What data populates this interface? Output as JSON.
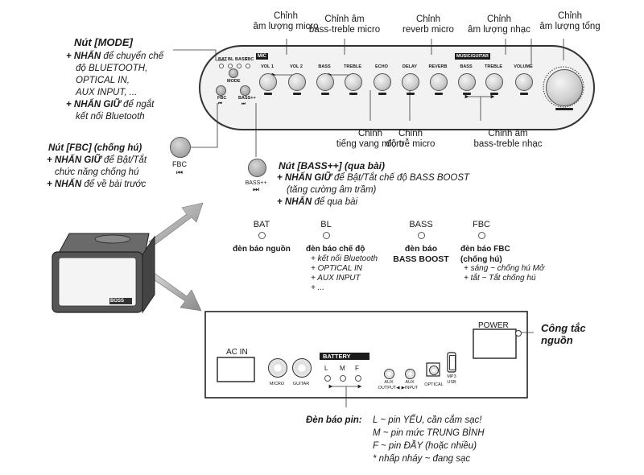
{
  "top_labels": {
    "vol_mic": "Chỉnh\nâm lượng micro",
    "bass_treble_mic": "Chỉnh âm\nbass-treble micro",
    "reverb_mic": "Chỉnh\nreverb micro",
    "vol_music": "Chỉnh\nâm lượng nhạc",
    "vol_master": "Chỉnh\nâm lượng tổng"
  },
  "mode": {
    "title": "Nút [MODE]",
    "line1_bold": "+ NHẤN",
    "line1_rest": " để chuyển chế",
    "line2": "độ BLUETOOTH,",
    "line3": "OPTICAL IN,",
    "line4": "AUX INPUT, ...",
    "line5_bold": "+ NHẤN GIỮ",
    "line5_rest": " để ngắt",
    "line6": "kết nối Bluetooth"
  },
  "fbc": {
    "title": "Nút [FBC] (chống hú)",
    "line1_bold": "+ NHẤN GIỮ",
    "line1_rest": " để Bật/Tắt",
    "line2": "chức năng chống hú",
    "line3_bold": "+ NHẤN",
    "line3_rest": " để về bài trước",
    "button_label": "FBC",
    "button_icon": "⏮"
  },
  "bass_btn": {
    "title": "Nút [BASS++] (qua bài)",
    "line1_bold": "+ NHẤN GIỮ",
    "line1_rest": " để Bật/Tắt chế độ BASS BOOST",
    "line2": "(tăng cường âm trầm)",
    "line3_bold": "+ NHẤN",
    "line3_rest": " để qua bài",
    "button_label": "BASS++",
    "button_icon": "⏭"
  },
  "mid_labels": {
    "echo": "Chỉnh\ntiếng vang micro",
    "delay": "Chỉnh\nđộ trễ micro",
    "bass_treble_music": "Chỉnh âm\nbass-treble nhạc"
  },
  "panel": {
    "led_labels": [
      "BAT",
      "BL",
      "BASS",
      "FBC"
    ],
    "mode_label": "MODE",
    "fbc_label": "FBC",
    "fbc_icon": "⏮",
    "bass_label": "BASS++",
    "bass_icon": "⏭",
    "mic_tag": "MIC",
    "music_tag": "MUSIC/GUITAR",
    "knob_labels": [
      "VOL 1",
      "VOL 2",
      "BASS",
      "TREBLE",
      "ECHO",
      "DELAY",
      "REVERB",
      "BASS",
      "TREBLE",
      "VOLUME"
    ]
  },
  "leds": [
    {
      "name": "BAT",
      "title": "đèn báo nguồn",
      "lines": []
    },
    {
      "name": "BL",
      "title": "đèn báo chế độ",
      "lines": [
        "+ kết nối Bluetooth",
        "+ OPTICAL IN",
        "+ AUX INPUT",
        "+ ..."
      ]
    },
    {
      "name": "BASS",
      "title": "đèn báo\nBASS BOOST",
      "lines": []
    },
    {
      "name": "FBC",
      "title": "đèn báo FBC\n(chống hú)",
      "lines": [
        "+ sáng ~ chống hú Mở",
        "+ tắt ~ Tắt chống hú"
      ]
    }
  ],
  "speaker": {
    "badge": "BOSS"
  },
  "back": {
    "ac_in": "AC IN",
    "micro": "MICRO",
    "guitar": "GUITAR",
    "battery": "BATTERY",
    "battery_leds": [
      "L",
      "M",
      "F"
    ],
    "aux_out": "AUX\nOUTPUT◀",
    "aux_in": "AUX\n▶INPUT",
    "optical": "OPTICAL",
    "mp3": "MP3\nUSB",
    "power": "POWER",
    "power_note": "Công tắc\nnguồn"
  },
  "battery_note": {
    "title": "Đèn báo pin:",
    "line1": "L ~ pin YẾU, cần cắm sạc!",
    "line2": "M ~ pin mức TRUNG BÌNH",
    "line3": "F ~ pin ĐẦY (hoặc nhiều)",
    "line4": "* nhấp nháy ~ đang sạc"
  },
  "colors": {
    "ink": "#1a1a1a",
    "panel": "#f2f2f2",
    "arrow": "#9a9a9a"
  }
}
